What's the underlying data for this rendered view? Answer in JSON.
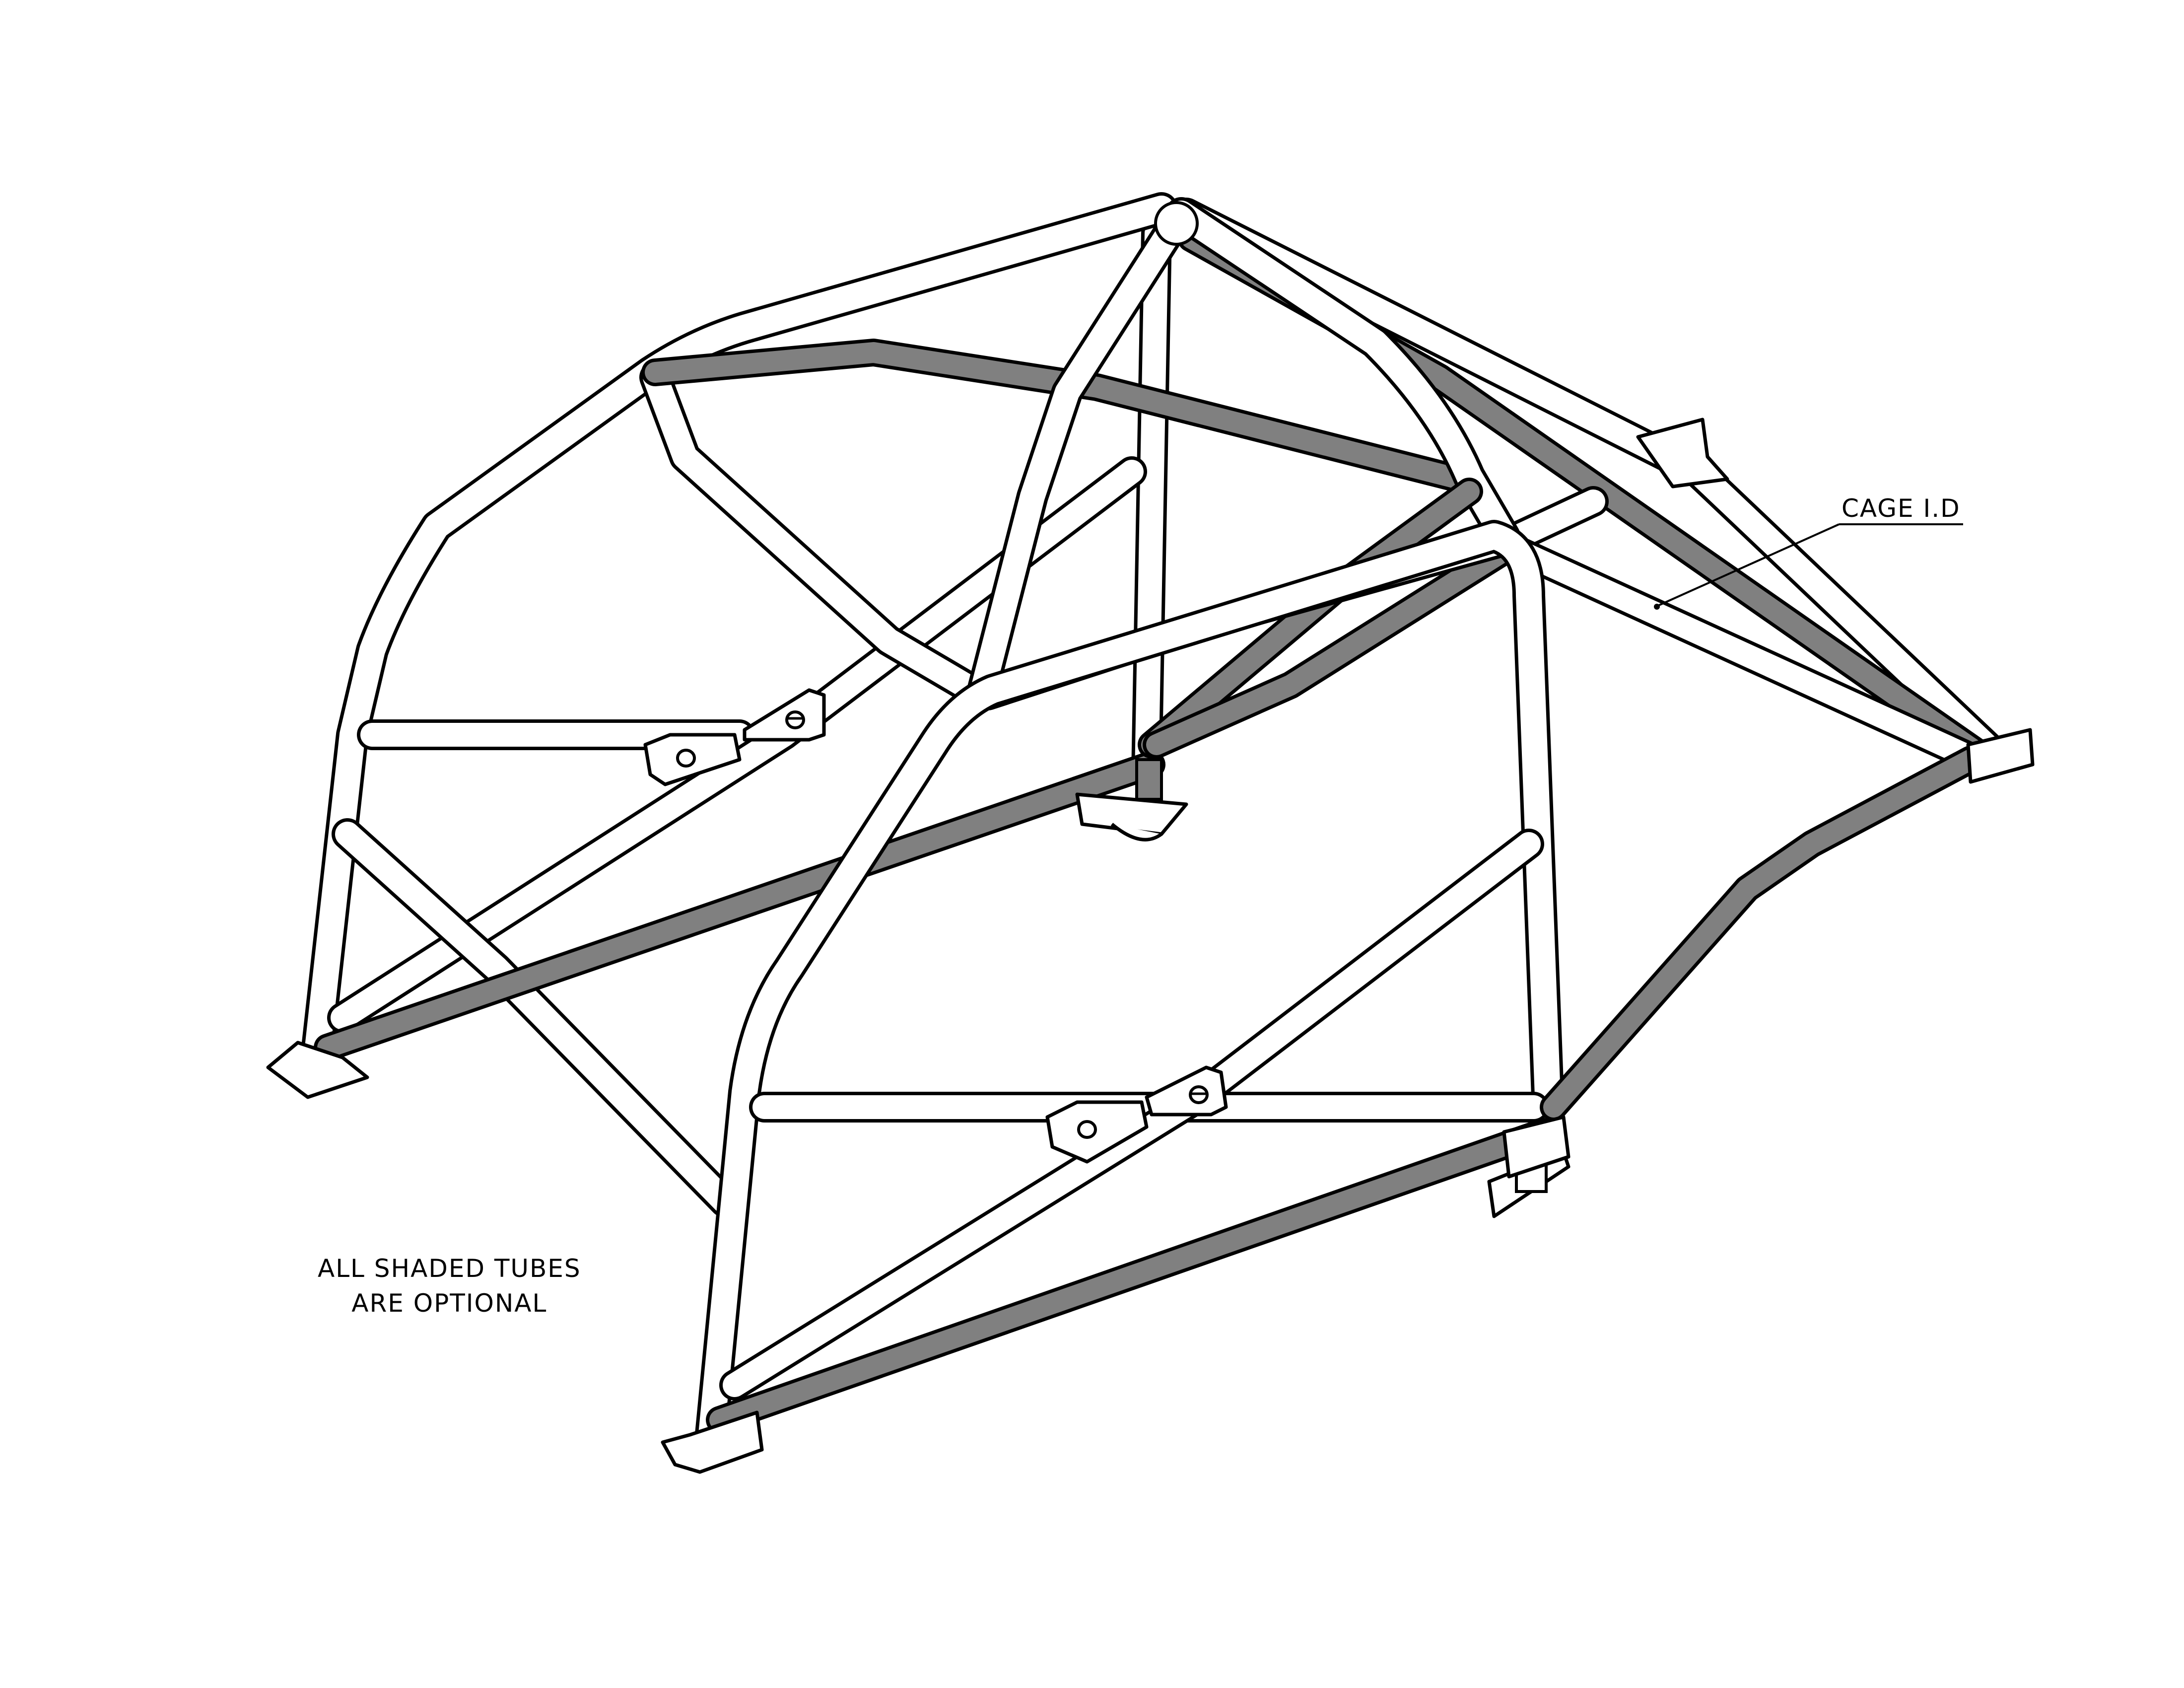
{
  "drawing": {
    "title": "Roll cage isometric drawing",
    "colors": {
      "background": "#ffffff",
      "outline": "#000000",
      "standard_tube_fill": "#ffffff",
      "optional_tube_fill": "#808080"
    }
  },
  "annotations": {
    "cage_id": "CAGE I.D",
    "note_line1": "ALL SHADED TUBES",
    "note_line2": "ARE OPTIONAL"
  },
  "legend": {
    "shaded_tubes_meaning": "optional"
  }
}
